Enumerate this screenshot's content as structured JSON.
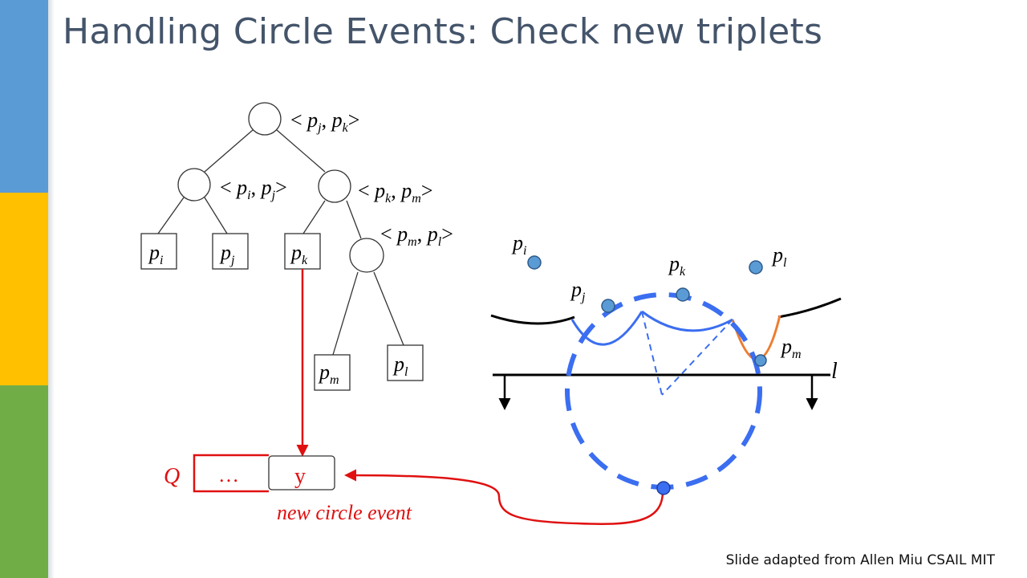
{
  "slide": {
    "title": "Handling Circle Events: Check new triplets",
    "footer": "Slide adapted from Allen Miu CSAIL MIT"
  },
  "colors": {
    "title": "#44546a",
    "bar_blue": "#5b9bd5",
    "bar_yellow": "#ffc000",
    "bar_green": "#70ad47",
    "tree_line": "#333333",
    "red": "#e01010",
    "blue": "#3b6ef0",
    "orange": "#ed7d31",
    "site_fill": "#5b9bd5",
    "site_stroke": "#2e5a8a"
  },
  "tree": {
    "labels": {
      "root": {
        "open": "< ",
        "a": "p",
        "as": "j",
        "sep": ", ",
        "b": "p",
        "bs": "k",
        "close": ">"
      },
      "left": {
        "open": "< ",
        "a": "p",
        "as": "i",
        "sep": ", ",
        "b": "p",
        "bs": "j",
        "close": ">"
      },
      "right": {
        "open": "< ",
        "a": "p",
        "as": "k",
        "sep": ", ",
        "b": "p",
        "bs": "m",
        "close": ">"
      },
      "rr": {
        "open": "< ",
        "a": "p",
        "as": "m",
        "sep": ", ",
        "b": "p",
        "bs": "l",
        "close": ">"
      }
    },
    "leaves": {
      "pi": {
        "base": "p",
        "sub": "i"
      },
      "pj": {
        "base": "p",
        "sub": "j"
      },
      "pk": {
        "base": "p",
        "sub": "k"
      },
      "pm": {
        "base": "p",
        "sub": "m"
      },
      "pl": {
        "base": "p",
        "sub": "l"
      }
    }
  },
  "queue": {
    "label": "Q",
    "ellipsis": "…",
    "event": "y",
    "caption": "new circle event"
  },
  "voronoi": {
    "sites": {
      "pi": {
        "base": "p",
        "sub": "i"
      },
      "pj": {
        "base": "p",
        "sub": "j"
      },
      "pk": {
        "base": "p",
        "sub": "k"
      },
      "pl": {
        "base": "p",
        "sub": "l"
      },
      "pm": {
        "base": "p",
        "sub": "m"
      }
    },
    "sweep_label": "l"
  }
}
